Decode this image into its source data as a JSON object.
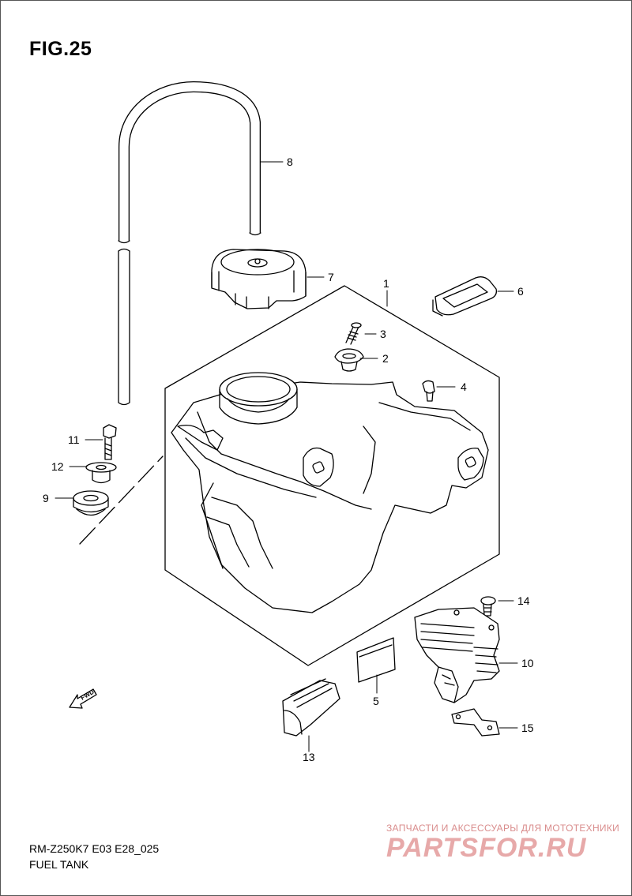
{
  "figure": {
    "title": "FIG.25",
    "model_code": "RM-Z250K7 E03 E28_025",
    "section_name": "FUEL TANK"
  },
  "callouts": {
    "c1": "1",
    "c2": "2",
    "c3": "3",
    "c4": "4",
    "c5": "5",
    "c6": "6",
    "c7": "7",
    "c8": "8",
    "c9": "9",
    "c10": "10",
    "c11": "11",
    "c12": "12",
    "c13": "13",
    "c14": "14",
    "c15": "15"
  },
  "fwd_label": "FWD",
  "watermark": {
    "tagline": "ЗАПЧАСТИ И АКСЕССУАРЫ ДЛЯ МОТОТЕХНИКИ",
    "brand": "PARTSFOR.RU"
  }
}
